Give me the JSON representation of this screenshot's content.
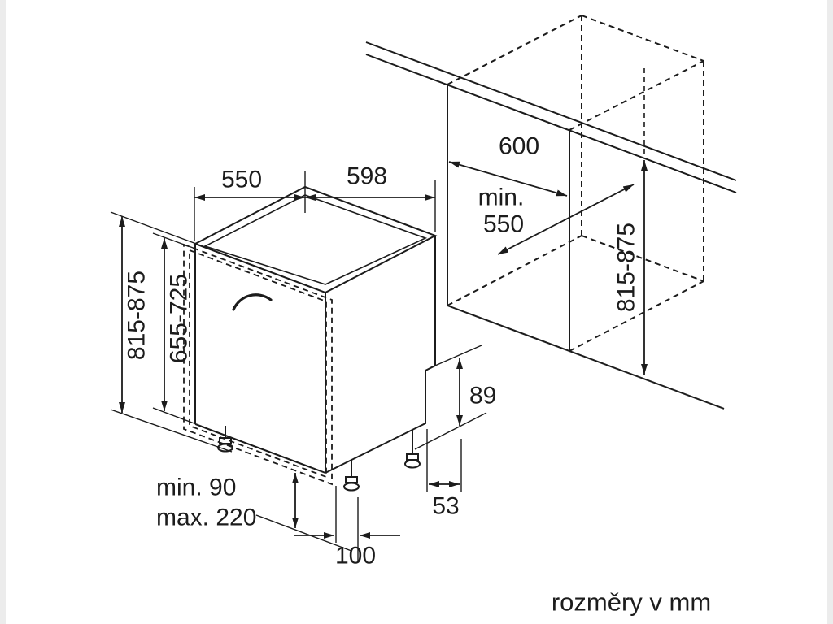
{
  "colors": {
    "ink": "#1c1c1c",
    "bg": "#ffffff",
    "edge_strip": "#ececec"
  },
  "caption": "rozměry v mm",
  "dimensions": {
    "depth_top": "550",
    "width_top": "598",
    "niche_width": "600",
    "niche_depth_label": "min.",
    "niche_depth_value": "550",
    "appliance_height": "815-875",
    "door_panel_height": "655-725",
    "niche_height": "815-875",
    "rear_recess_height": "89",
    "rear_recess_depth": "53",
    "plinth_height_min": "min. 90",
    "plinth_height_max": "max. 220",
    "plinth_depth": "100"
  }
}
